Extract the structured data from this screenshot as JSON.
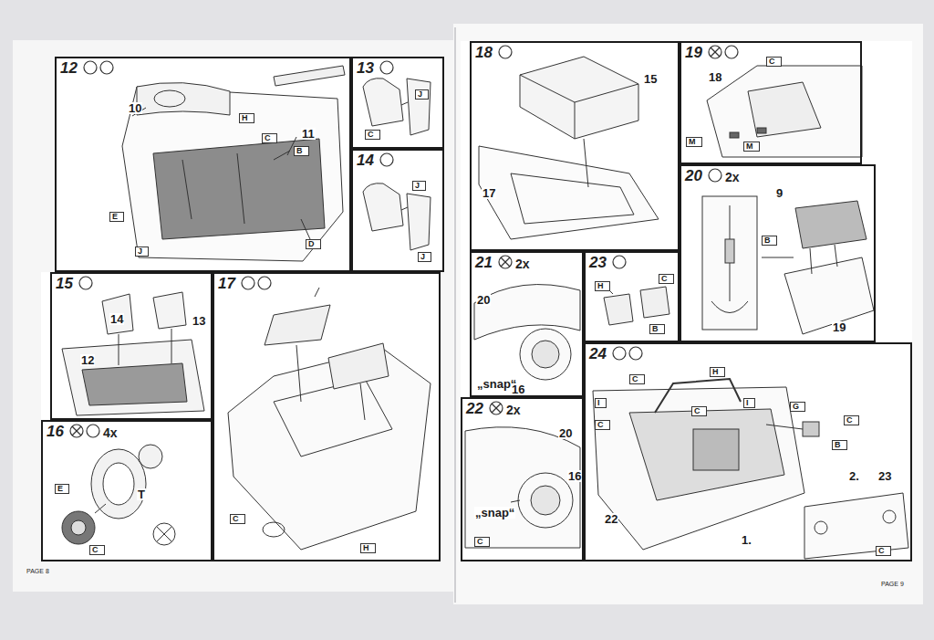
{
  "diagram": {
    "nodes": [
      {
        "text": [
          "12"
        ]
      },
      {
        "text": [
          "13"
        ]
      },
      {
        "text": [
          "14"
        ]
      },
      {
        "text": [
          "15"
        ]
      },
      {
        "text": [
          "16",
          "4x"
        ]
      },
      {
        "text": [
          "17"
        ]
      },
      {
        "text": [
          "18"
        ]
      },
      {
        "text": [
          "19"
        ]
      },
      {
        "text": [
          "20",
          "2x"
        ]
      },
      {
        "text": [
          "21",
          "2x"
        ]
      },
      {
        "text": [
          "22",
          "2x"
        ]
      },
      {
        "text": [
          "23"
        ]
      },
      {
        "text": [
          "24"
        ]
      }
    ],
    "labels": [
      "10",
      "11",
      "H",
      "C",
      "B",
      "D",
      "E",
      "J",
      "J",
      "C",
      "J",
      "J",
      "14",
      "13",
      "12",
      "T",
      "E",
      "C",
      "C",
      "H",
      "15",
      "17",
      "18",
      "C",
      "M",
      "M",
      "9",
      "B",
      "19",
      "20",
      "„snap“",
      "16",
      "20",
      "„snap“",
      "16",
      "C",
      "H",
      "C",
      "B",
      "C",
      "H",
      "I",
      "C",
      "C",
      "I",
      "G",
      "C",
      "B",
      "22",
      "2.",
      "23",
      "1.",
      "C",
      "PAGE 8",
      "PAGE 9"
    ]
  }
}
